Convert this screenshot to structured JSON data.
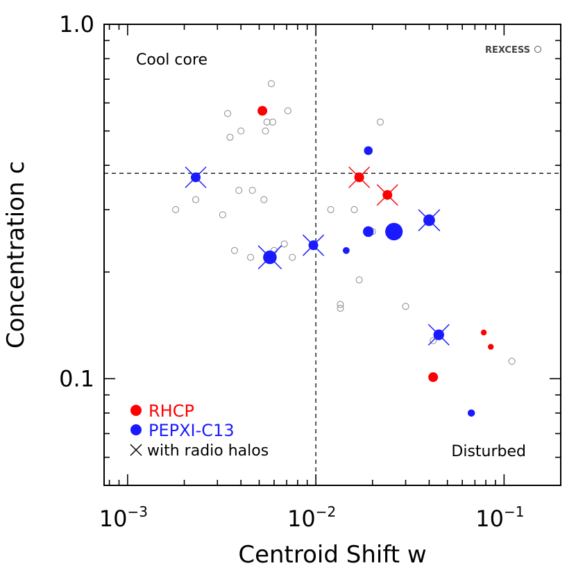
{
  "chart_data": {
    "type": "scatter",
    "xlabel": "Centroid Shift w",
    "ylabel": "Concentration c",
    "xscale": "log",
    "yscale": "log",
    "xlim": [
      0.00075,
      0.2
    ],
    "ylim": [
      0.05,
      1.0
    ],
    "x_ticks": [
      {
        "base": "10",
        "exp": "−3",
        "value": 0.001
      },
      {
        "base": "10",
        "exp": "−2",
        "value": 0.01
      },
      {
        "base": "10",
        "exp": "−1",
        "value": 0.1
      }
    ],
    "y_ticks": [
      {
        "label": "1.0",
        "value": 1.0
      },
      {
        "label": "0.1",
        "value": 0.1
      }
    ],
    "reference_lines": {
      "x": 0.01,
      "y": 0.38
    },
    "annotations": {
      "top_left": "Cool core",
      "bottom_right": "Disturbed"
    },
    "legend": {
      "rexcess_label": "REXCESS",
      "rhcp_label": "RHCP",
      "pepxi_label": "PEPXI-C13",
      "halo_label": "with radio halos"
    },
    "colors": {
      "rhcp": "#ff0000",
      "pepxi": "#1a1aff",
      "rexcess": "#888888"
    },
    "series": [
      {
        "name": "REXCESS",
        "marker": "open-circle",
        "points": [
          [
            0.0058,
            0.68
          ],
          [
            0.0034,
            0.56
          ],
          [
            0.0071,
            0.57
          ],
          [
            0.0059,
            0.53
          ],
          [
            0.0055,
            0.53
          ],
          [
            0.0054,
            0.5
          ],
          [
            0.004,
            0.5
          ],
          [
            0.0035,
            0.48
          ],
          [
            0.022,
            0.53
          ],
          [
            0.0018,
            0.3
          ],
          [
            0.0023,
            0.32
          ],
          [
            0.0032,
            0.29
          ],
          [
            0.0039,
            0.34
          ],
          [
            0.0046,
            0.34
          ],
          [
            0.0053,
            0.32
          ],
          [
            0.006,
            0.23
          ],
          [
            0.0068,
            0.24
          ],
          [
            0.0075,
            0.22
          ],
          [
            0.0045,
            0.22
          ],
          [
            0.0037,
            0.23
          ],
          [
            0.012,
            0.3
          ],
          [
            0.016,
            0.3
          ],
          [
            0.02,
            0.26
          ],
          [
            0.017,
            0.19
          ],
          [
            0.0135,
            0.162
          ],
          [
            0.0135,
            0.158
          ],
          [
            0.03,
            0.16
          ],
          [
            0.042,
            0.128
          ],
          [
            0.11,
            0.112
          ]
        ]
      },
      {
        "name": "RHCP",
        "marker": "filled-circle",
        "points": [
          {
            "x": 0.0052,
            "y": 0.57,
            "size": 1,
            "halo": false
          },
          {
            "x": 0.017,
            "y": 0.37,
            "size": 1,
            "halo": true
          },
          {
            "x": 0.024,
            "y": 0.33,
            "size": 1,
            "halo": true
          },
          {
            "x": 0.042,
            "y": 0.101,
            "size": 1,
            "halo": false
          },
          {
            "x": 0.078,
            "y": 0.135,
            "size": 0.6,
            "halo": false
          },
          {
            "x": 0.085,
            "y": 0.123,
            "size": 0.6,
            "halo": false
          }
        ]
      },
      {
        "name": "PEPXI-C13",
        "marker": "filled-circle",
        "points": [
          {
            "x": 0.0023,
            "y": 0.37,
            "size": 1,
            "halo": true
          },
          {
            "x": 0.0057,
            "y": 0.22,
            "size": 1.4,
            "halo": true
          },
          {
            "x": 0.0097,
            "y": 0.238,
            "size": 1,
            "halo": true
          },
          {
            "x": 0.019,
            "y": 0.44,
            "size": 0.9,
            "halo": false
          },
          {
            "x": 0.0145,
            "y": 0.23,
            "size": 0.7,
            "halo": false
          },
          {
            "x": 0.019,
            "y": 0.26,
            "size": 1.1,
            "halo": false
          },
          {
            "x": 0.026,
            "y": 0.26,
            "size": 1.8,
            "halo": false
          },
          {
            "x": 0.04,
            "y": 0.28,
            "size": 1.2,
            "halo": true
          },
          {
            "x": 0.045,
            "y": 0.133,
            "size": 1.1,
            "halo": true
          },
          {
            "x": 0.067,
            "y": 0.08,
            "size": 0.75,
            "halo": false
          }
        ]
      }
    ]
  }
}
